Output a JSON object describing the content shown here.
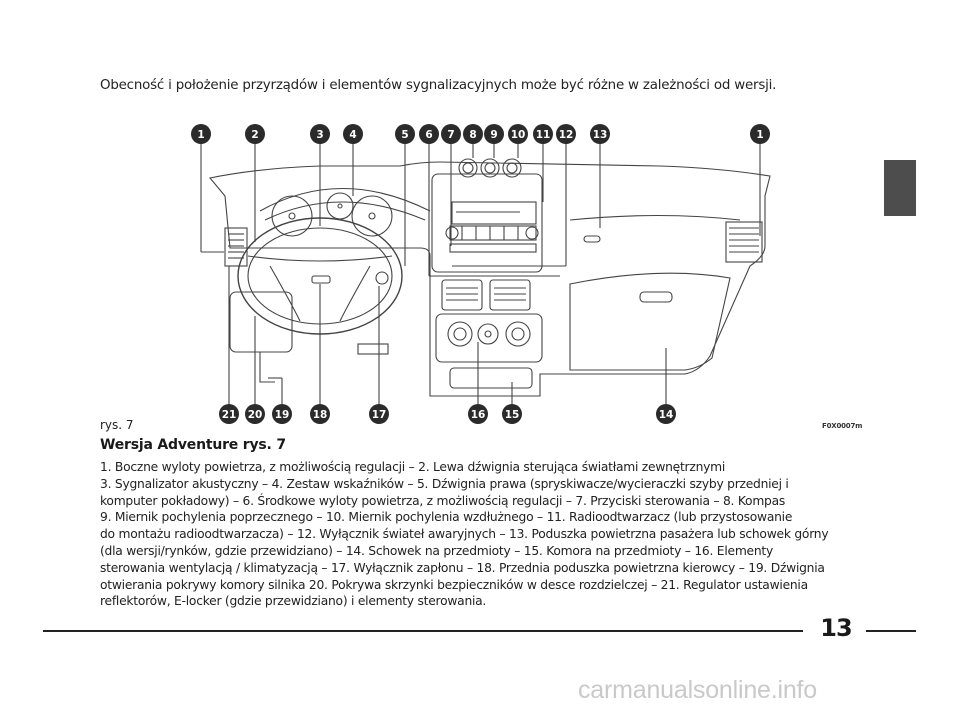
{
  "intro_text": "Obecność i położenie przyrządów i elementów sygnalizacyjnych może być różne w zależności od wersji.",
  "figure": {
    "label": "rys. 7",
    "code": "F0X0007m",
    "callouts_top": [
      "1",
      "2",
      "3",
      "4",
      "5",
      "6",
      "7",
      "8",
      "9",
      "10",
      "11",
      "12",
      "13",
      "1"
    ],
    "callouts_bottom": [
      "21",
      "20",
      "19",
      "18",
      "17",
      "16",
      "15",
      "14"
    ]
  },
  "caption": {
    "title": "Wersja Adventure rys. 7",
    "lines": [
      "1. Boczne wyloty powietrza, z możliwością regulacji – 2. Lewa dźwignia sterująca światłami zewnętrznymi",
      "3. Sygnalizator akustyczny – 4. Zestaw wskaźników – 5. Dźwignia prawa (spryskiwacze/wycieraczki szyby przedniej i",
      "komputer pokładowy) – 6. Środkowe wyloty powietrza, z możliwością regulacji – 7. Przyciski sterowania – 8. Kompas",
      "9. Miernik pochylenia poprzecznego – 10. Miernik pochylenia wzdłużnego – 11. Radioodtwarzacz (lub przystosowanie",
      "do montażu radioodtwarzacza) – 12. Wyłącznik świateł awaryjnych – 13. Poduszka powietrzna pasażera lub schowek górny",
      "(dla wersji/rynków, gdzie przewidziano) – 14. Schowek na przedmioty – 15. Komora na przedmioty – 16. Elementy",
      "sterowania wentylacją / klimatyzacją – 17. Wyłącznik zapłonu – 18. Przednia poduszka powietrzna kierowcy – 19. Dźwignia",
      "otwierania pokrywy komory silnika  20. Pokrywa skrzynki bezpieczników w desce rozdzielczej – 21. Regulator ustawienia",
      "reflektorów, E-locker (gdzie przewidziano) i elementy sterowania."
    ]
  },
  "page_number": "13",
  "watermark": "carmanualsonline.info",
  "colors": {
    "callout_fill": "#2b2b2b",
    "side_tab": "#4d4d4d",
    "line_art": "#444444"
  }
}
